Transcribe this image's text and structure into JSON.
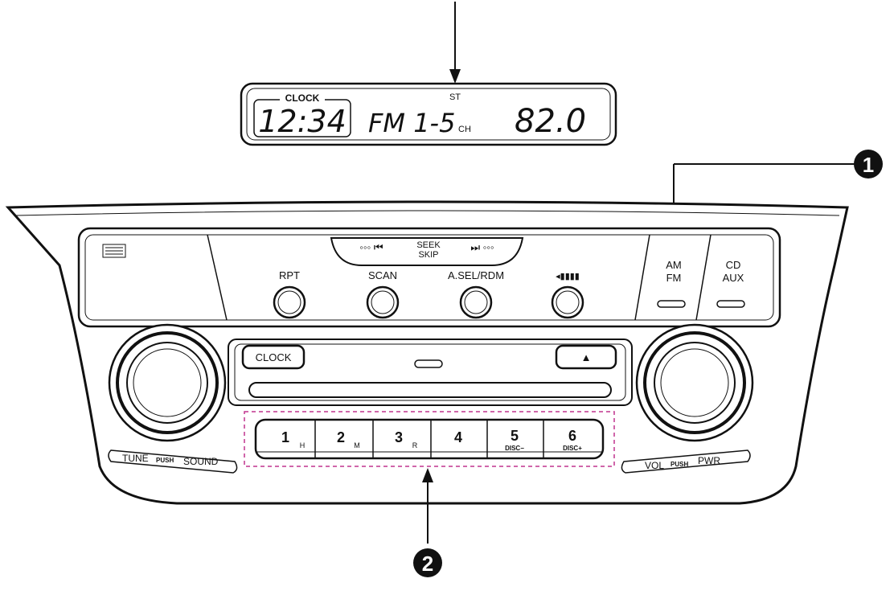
{
  "display": {
    "clock_label": "CLOCK",
    "stereo_indicator": "ST",
    "time": "12:34",
    "band": "FM 1-5",
    "ch_unit": "CH",
    "frequency": "82.0"
  },
  "seek": {
    "line1": "SEEK",
    "line2": "SKIP",
    "prev_symbol": "◦◦◦ ⏮",
    "next_symbol": "⏭ ◦◦◦"
  },
  "buttons": {
    "rpt": "RPT",
    "scan": "SCAN",
    "asel": "A.SEL/RDM",
    "audio_symbol": "◂▮▮▮▮"
  },
  "band_buttons": {
    "am_fm_line1": "AM",
    "am_fm_line2": "FM",
    "cd_aux_line1": "CD",
    "cd_aux_line2": "AUX"
  },
  "clock_button": "CLOCK",
  "eject_symbol": "▲",
  "presets": [
    {
      "num": "1",
      "sub": "H"
    },
    {
      "num": "2",
      "sub": "M"
    },
    {
      "num": "3",
      "sub": "R"
    },
    {
      "num": "4",
      "sub": ""
    },
    {
      "num": "5",
      "sub": "DISC−"
    },
    {
      "num": "6",
      "sub": "DISC+"
    }
  ],
  "knobs": {
    "left_a": "TUNE",
    "left_push": "PUSH",
    "left_b": "SOUND",
    "right_a": "VOL",
    "right_push": "PUSH",
    "right_b": "PWR"
  },
  "callouts": {
    "one": "1",
    "two": "2"
  }
}
